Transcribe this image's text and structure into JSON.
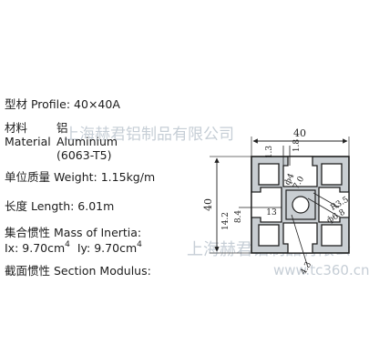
{
  "specs": {
    "profile": {
      "label": "型材 Profile:",
      "value": "40×40A"
    },
    "material": {
      "label_cn": "材料",
      "label_en": "Material",
      "value_cn": "铝",
      "value_en": "Aluminium",
      "value_grade": "(6063-T5)"
    },
    "weight": {
      "label": "单位质量",
      "value": "Weight: 1.15kg/m"
    },
    "length": {
      "label": "长度",
      "value": "Length: 6.01m"
    },
    "inertia": {
      "label": "集合惯性",
      "title": "Mass of Inertia:",
      "ix": "Ix: 9.70cm",
      "iy": "Iy: 9.70cm",
      "exponent": "4"
    },
    "section": {
      "label": "截面惯性",
      "value": "Section Modulus:"
    }
  },
  "drawing": {
    "width_label": "40",
    "height_label": "40",
    "dim_1_3": "1.3",
    "dim_1_8": "1.8",
    "dim_13": "13",
    "dim_14_2": "14.2",
    "dim_8_4": "8.4",
    "dim_7_0": "7.0",
    "dim_r3_5": "R3.5",
    "dim_phi_6_8": "ф6.8",
    "dim_phi_4": "ф4",
    "dim_4_3": "4.3"
  },
  "watermark": {
    "company_upper": "上海赫君铝制品有限公司",
    "company_lower": "上海赫君铝制品有限公",
    "site": "www.tc360.cn"
  }
}
